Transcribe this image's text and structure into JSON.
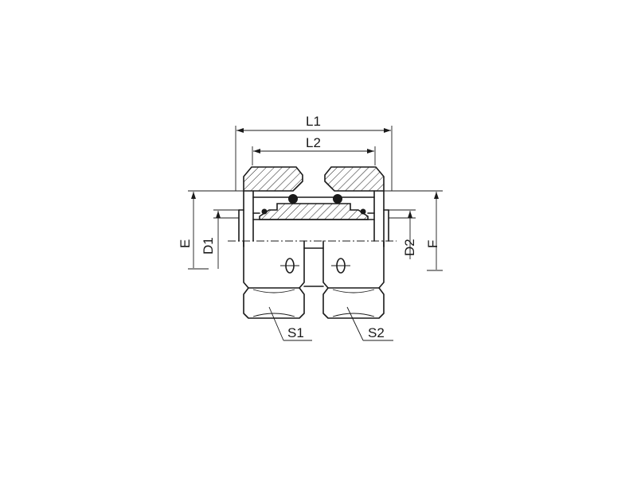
{
  "labels": {
    "L1": "L1",
    "L2": "L2",
    "E": "E",
    "D1": "D1",
    "D2": "D2",
    "F": "F",
    "S1": "S1",
    "S2": "S2"
  },
  "colors": {
    "line": "#1a1a1a",
    "background": "#ffffff"
  }
}
